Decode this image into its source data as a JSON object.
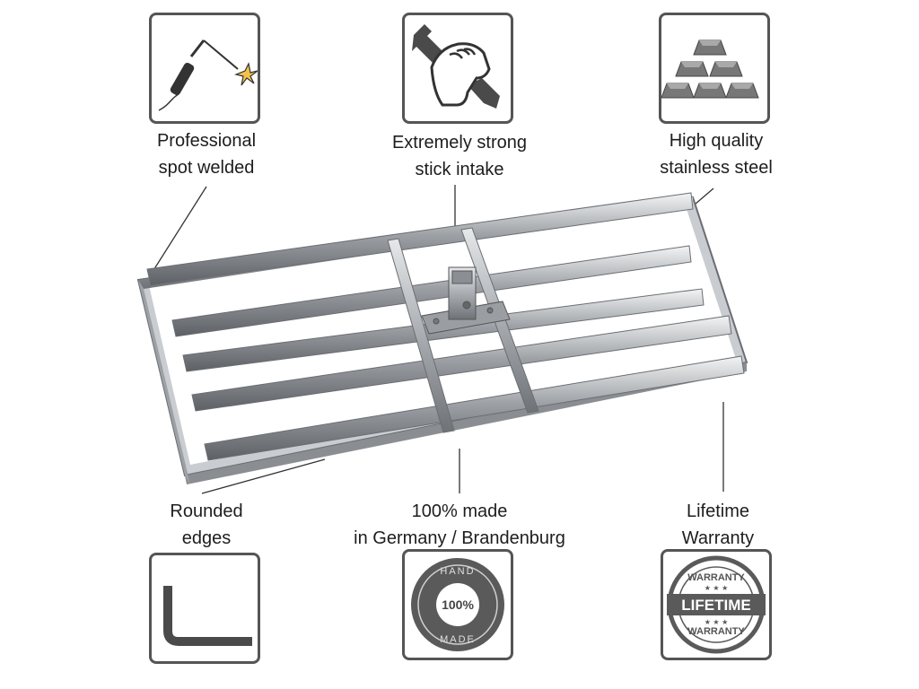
{
  "features": {
    "welded": {
      "line1": "Professional",
      "line2": "spot welded",
      "icon": "welding-torch-icon"
    },
    "strong": {
      "line1": "Extremely strong",
      "line2": "stick intake",
      "icon": "fist-wrench-icon"
    },
    "steel": {
      "line1": "High quality",
      "line2": "stainless steel",
      "icon": "metal-bars-icon"
    },
    "rounded": {
      "line1": "Rounded",
      "line2": "edges",
      "icon": "rounded-corner-icon"
    },
    "germany": {
      "line1": "100% made",
      "line2": "in Germany / Brandenburg",
      "icon": "hand-made-badge-icon"
    },
    "warranty": {
      "line1": "Lifetime",
      "line2": "Warranty",
      "icon": "lifetime-warranty-badge-icon"
    }
  },
  "badges": {
    "handmade": {
      "top": "HAND",
      "center": "100%",
      "bottom": "MADE"
    },
    "warranty": {
      "top": "WARRANTY",
      "center": "LIFETIME",
      "bottom": "WARRANTY"
    }
  },
  "colors": {
    "icon_border": "#555555",
    "icon_fill": "#4a4a4a",
    "steel": "#b9bcbf"
  }
}
